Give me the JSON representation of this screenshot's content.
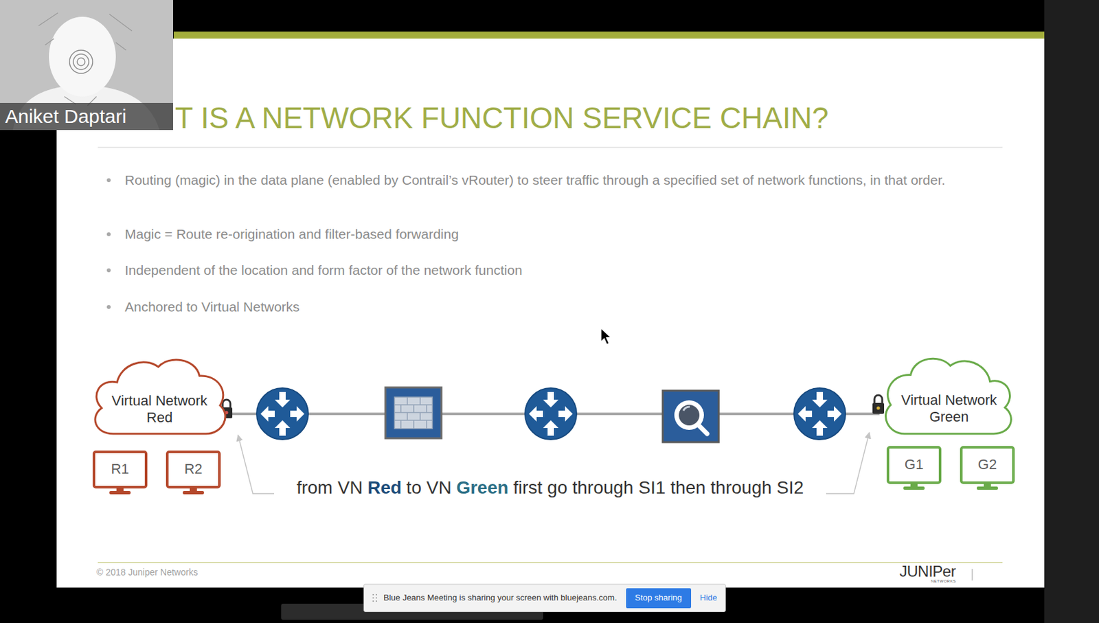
{
  "diagram": {
    "title": "T IS A NETWORK FUNCTION SERVICE CHAIN?",
    "nodes": [
      {
        "text": [
          "Aniket Daptari"
        ]
      },
      {
        "text": [
          "Virtual Network Red"
        ]
      },
      {
        "text": [
          "Virtual Network Green"
        ]
      },
      {
        "text": [
          "R1"
        ]
      },
      {
        "text": [
          "R2"
        ]
      },
      {
        "text": [
          "G1"
        ]
      },
      {
        "text": [
          "G2"
        ]
      },
      {
        "text": [
          "Blue Jeans Meeting is sharing your screen with bluejeans.com.",
          "Hide"
        ]
      },
      {
        "text": [
          "Stop sharing"
        ],
        "in": 7
      }
    ],
    "edges": [
      {
        "from": 1,
        "to": 2,
        "arrow": "none"
      }
    ],
    "labels": [
      "Routing (magic) in the data plane (enabled by Contrail’s vRouter) to steer traffic through a specified set of network functions, in that order.",
      "Magic = Route re-origination and filter-based forwarding",
      "Independent of the location and form factor of the network function",
      "Anchored to Virtual Networks",
      "from VN",
      "Red",
      "to VN",
      "Green",
      "first go through SI1 then through SI2",
      "© 2018 Juniper Networks",
      "JUNIPer",
      "NETWORKS"
    ]
  }
}
